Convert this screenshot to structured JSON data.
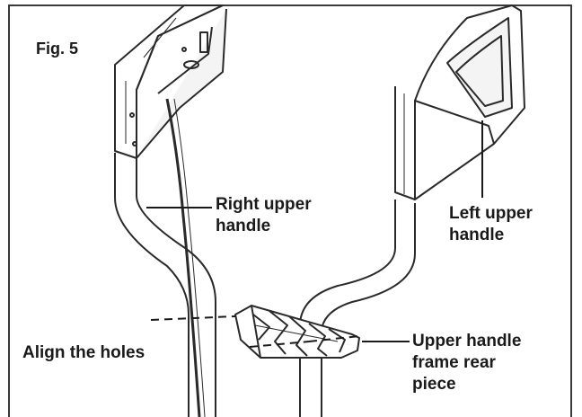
{
  "figure": {
    "label": "Fig. 5",
    "right_upper_handle": "Right upper\nhandle",
    "left_upper_handle": "Left upper\nhandle",
    "align_holes": "Align the holes",
    "rear_piece": "Upper handle\nframe rear\npiece"
  },
  "colors": {
    "frame": "#3a3a3a",
    "ink": "#1a1a1a",
    "background": "#ffffff"
  }
}
